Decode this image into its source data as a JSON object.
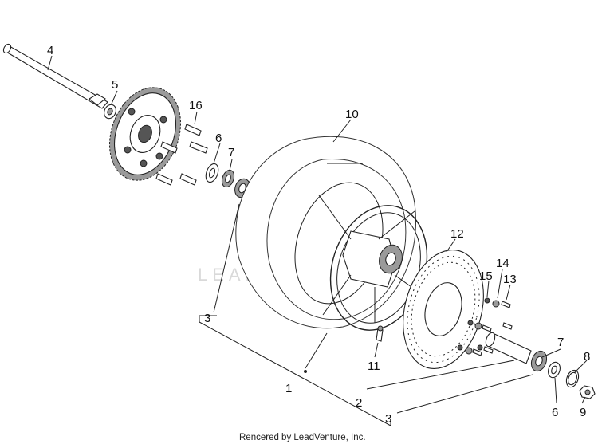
{
  "diagram": {
    "watermark_text": "LEADVENTURE",
    "footer_text": "Rencered by LeadVenture, Inc.",
    "callouts": {
      "c4": "4",
      "c5": "5",
      "c16": "16",
      "c6_top": "6",
      "c7_top": "7",
      "c10": "10",
      "c3_left": "3",
      "c12": "12",
      "c15": "15",
      "c14": "14",
      "c13": "13",
      "c11": "11",
      "c1": "1",
      "c2": "2",
      "c3_bottom": "3",
      "c7_right": "7",
      "c8": "8",
      "c6_right": "6",
      "c9": "9"
    },
    "colors": {
      "line": "#222222",
      "watermark": "#d9d9d9",
      "part_fill": "#9a9a9a"
    }
  }
}
